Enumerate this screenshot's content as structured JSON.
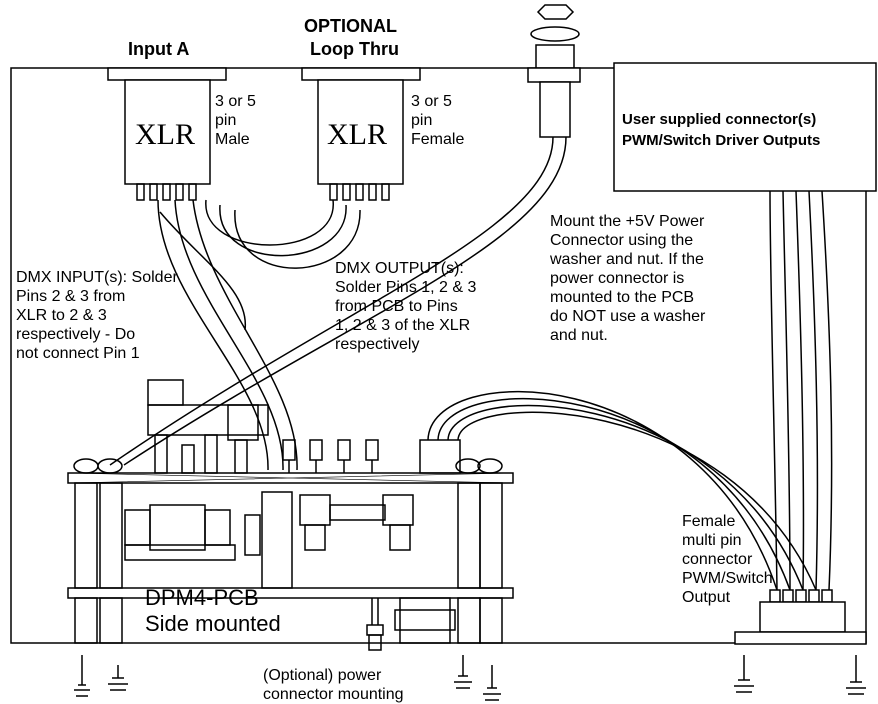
{
  "labels": {
    "input_a": "Input A",
    "optional": "OPTIONAL",
    "loop_thru": "Loop Thru",
    "xlr": "XLR",
    "male_spec": "3 or 5\npin\nMale",
    "female_spec": "3 or 5\npin\nFemale",
    "user_connector_line1": "User supplied connector(s)",
    "user_connector_line2": "PWM/Switch Driver Outputs",
    "dmx_input": "DMX INPUT(s): Solder\nPins 2 & 3 from\nXLR to 2 & 3\nrespectively - Do\nnot connect Pin 1",
    "dmx_output": "DMX OUTPUT(s):\nSolder Pins 1, 2 & 3\nfrom PCB to Pins\n1, 2 & 3 of the XLR\nrespectively",
    "power_mount": "Mount the +5V Power\nConnector using the\nwasher and nut. If the\npower connector is\nmounted to the PCB\ndo NOT use a washer\nand nut.",
    "pcb_name": "DPM4-PCB",
    "pcb_mount": "Side mounted",
    "female_connector": "Female\nmulti pin\nconnector\nPWM/Switch\nOutput",
    "optional_power": "(Optional) power\nconnector mounting"
  },
  "colors": {
    "line": "#000000",
    "background": "#ffffff"
  }
}
